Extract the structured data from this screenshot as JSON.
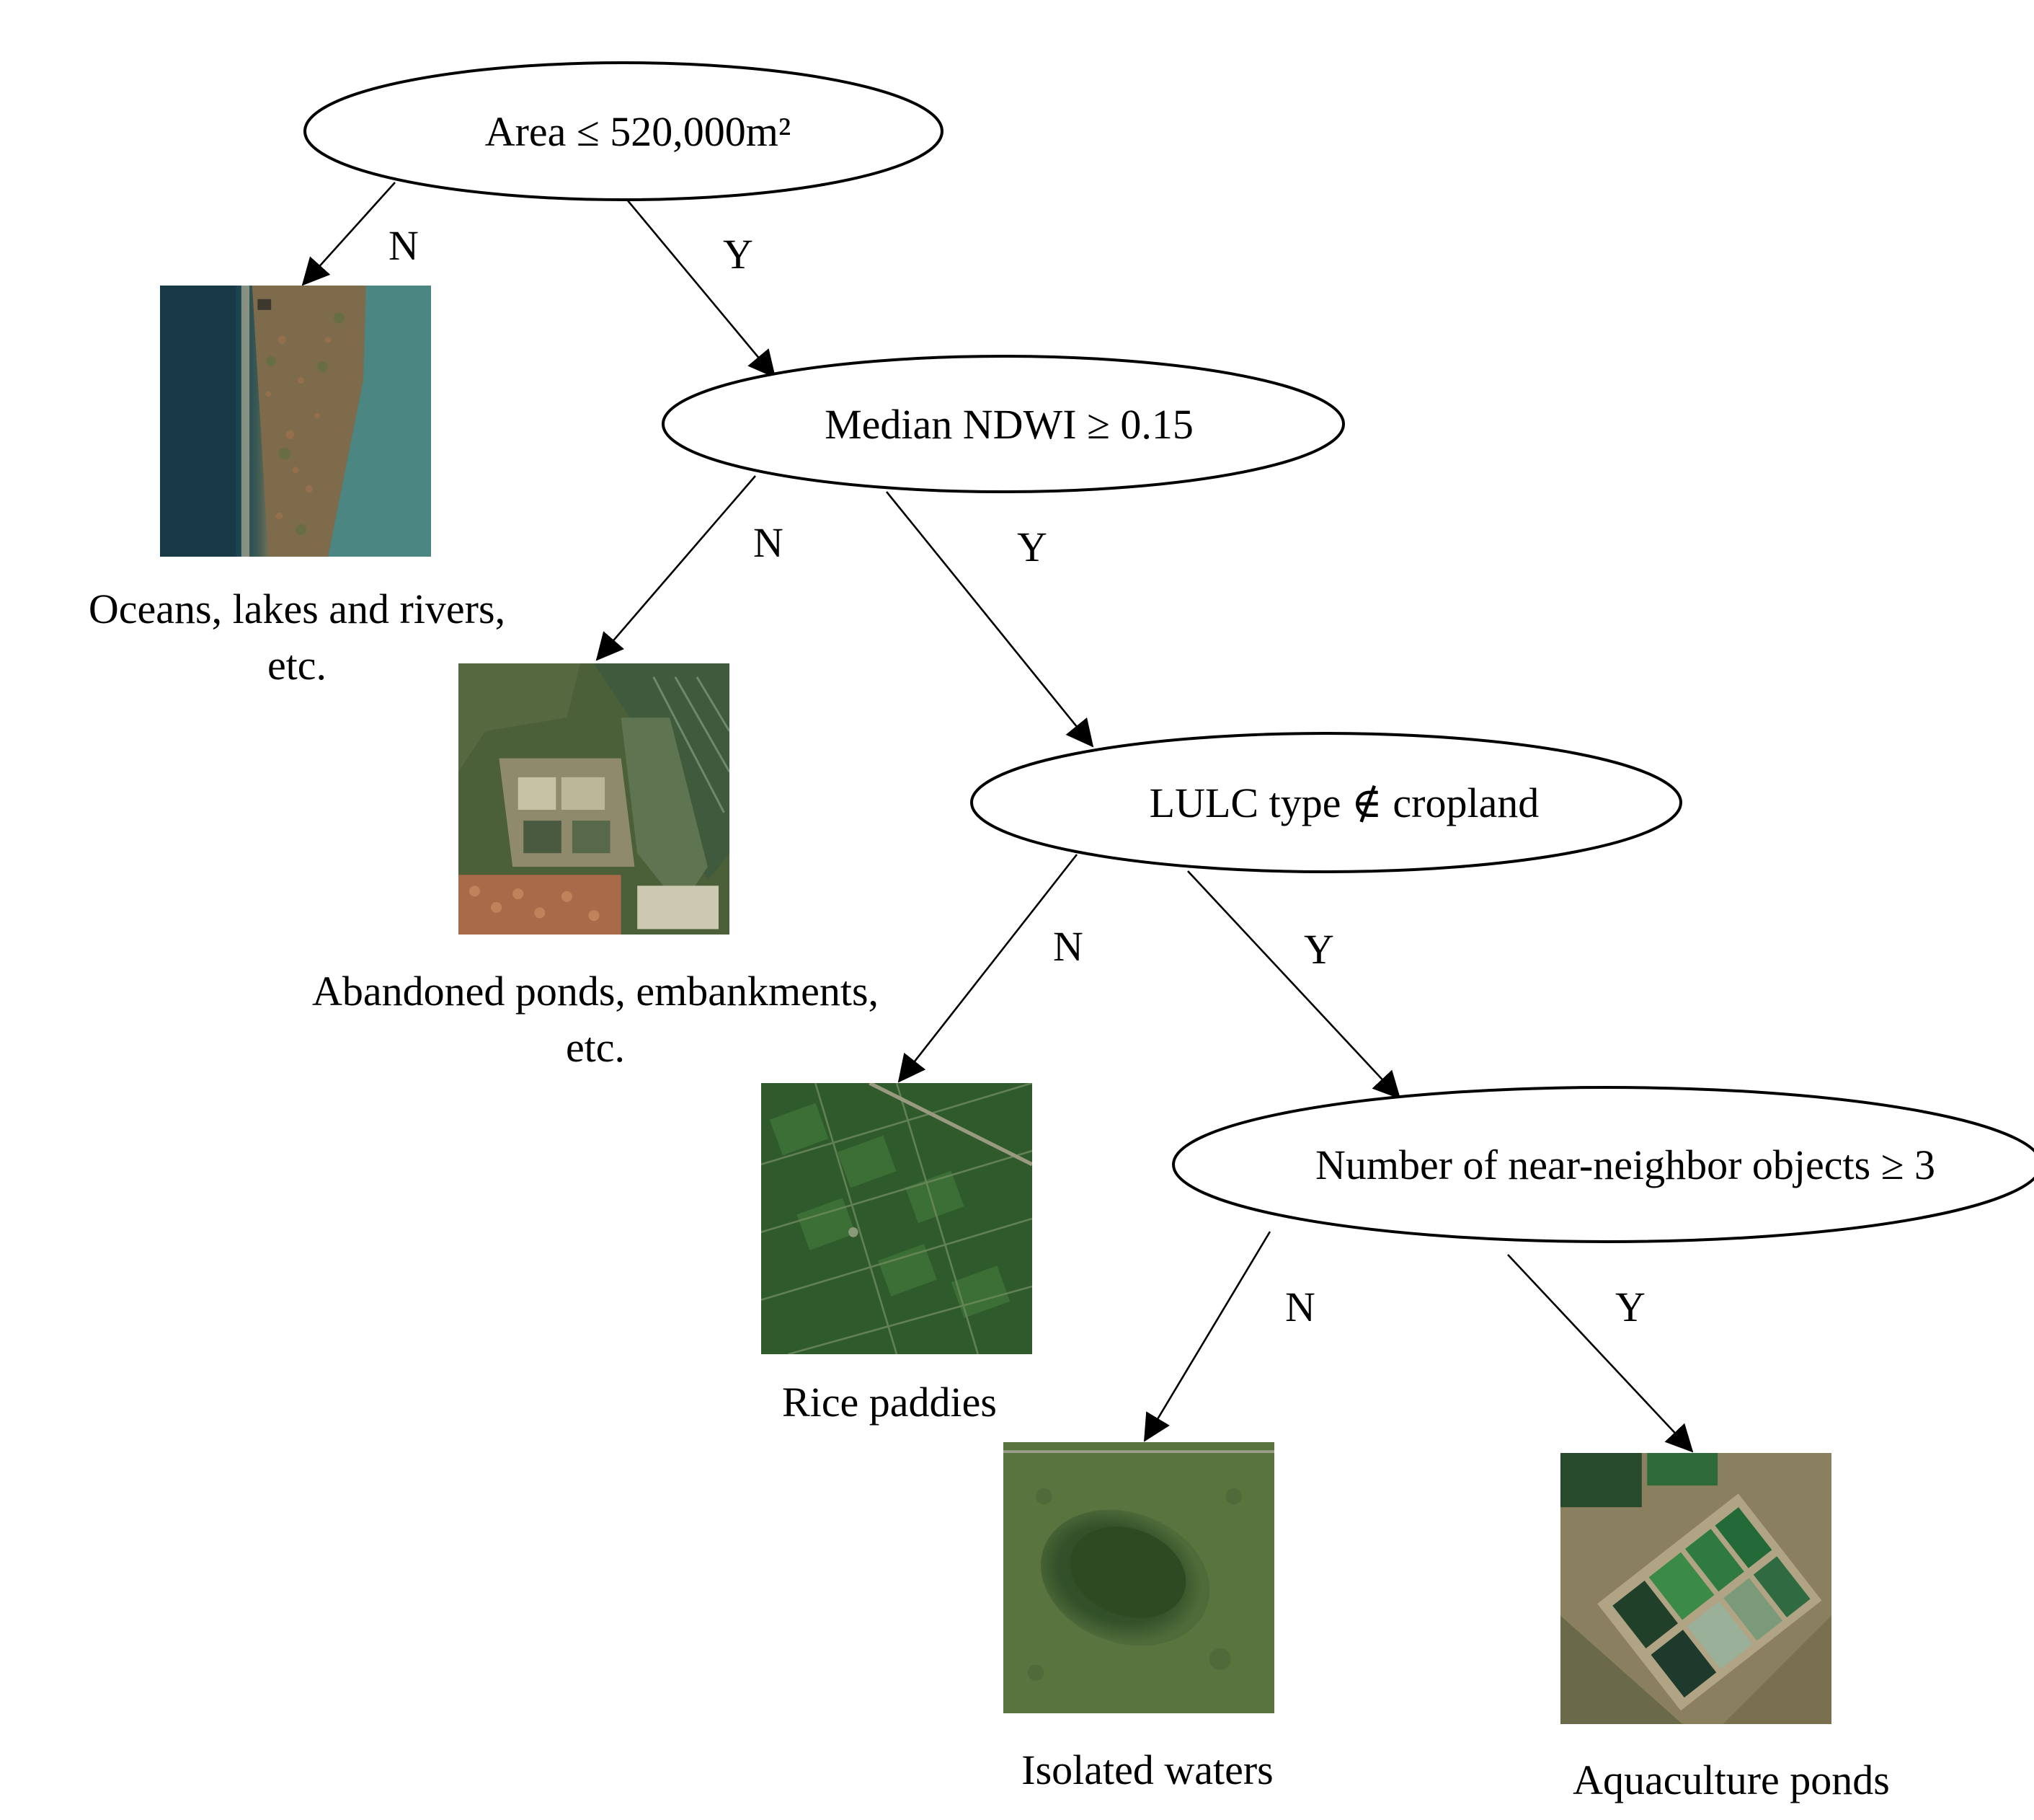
{
  "nodes": {
    "area": {
      "label": "Area ≤ 520,000m²"
    },
    "ndwi": {
      "label": "Median NDWI ≥ 0.15"
    },
    "lulc": {
      "label": "LULC type ∉ cropland"
    },
    "neighbors": {
      "label": "Number of near-neighbor objects ≥ 3"
    }
  },
  "edges": {
    "area_n": "N",
    "area_y": "Y",
    "ndwi_n": "N",
    "ndwi_y": "Y",
    "lulc_n": "N",
    "lulc_y": "Y",
    "neighbors_n": "N",
    "neighbors_y": "Y"
  },
  "leaves": {
    "oceans": {
      "line1": "Oceans, lakes and rivers,",
      "line2": "etc."
    },
    "abandoned": {
      "line1": "Abandoned ponds, embankments,",
      "line2": "etc."
    },
    "rice": {
      "line1": "Rice paddies"
    },
    "isolated": {
      "line1": "Isolated waters"
    },
    "aquaculture": {
      "line1": "Aquaculture ponds"
    }
  }
}
